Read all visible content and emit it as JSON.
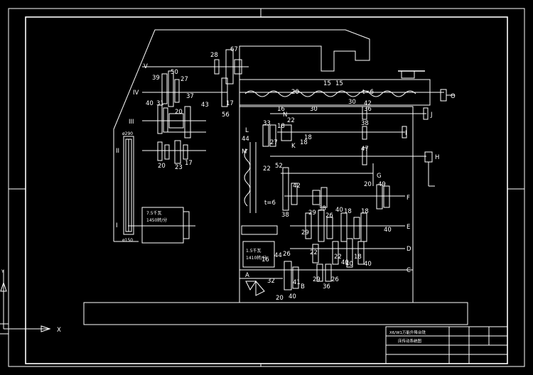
{
  "title_block": {
    "line1": "X6/W1万能升降台铣",
    "line2": "床传动系统图"
  },
  "axis": {
    "x_label": "X",
    "y_label": "Y"
  },
  "shaft_labels": [
    "V",
    "IV",
    "III",
    "II",
    "I"
  ],
  "motor_main": {
    "power": "7.5千瓦",
    "speed": "1450转/分"
  },
  "motor_feed": {
    "power": "1.5千瓦",
    "speed": "1410转/分"
  },
  "pulleys": {
    "top": "ø290",
    "bottom": "ø150"
  },
  "right_labels": [
    "J",
    "I",
    "H",
    "G",
    "F",
    "E",
    "D",
    "C",
    "O"
  ],
  "letters": [
    "N",
    "L",
    "K",
    "M",
    "A",
    "B"
  ],
  "gear_numbers": [
    {
      "t": "28"
    },
    {
      "t": "67"
    },
    {
      "t": "50"
    },
    {
      "t": "39"
    },
    {
      "t": "27"
    },
    {
      "t": "37"
    },
    {
      "t": "43"
    },
    {
      "t": "40"
    },
    {
      "t": "31"
    },
    {
      "t": "20"
    },
    {
      "t": "17"
    },
    {
      "t": "56"
    },
    {
      "t": "20"
    },
    {
      "t": "23"
    },
    {
      "t": "17"
    },
    {
      "t": "20"
    },
    {
      "t": "15"
    },
    {
      "t": "15"
    },
    {
      "t": "30"
    },
    {
      "t": "30"
    },
    {
      "t": "16"
    },
    {
      "t": "33"
    },
    {
      "t": "18"
    },
    {
      "t": "18"
    },
    {
      "t": "27"
    },
    {
      "t": "44"
    },
    {
      "t": "22"
    },
    {
      "t": "22"
    },
    {
      "t": "52"
    },
    {
      "t": "42"
    },
    {
      "t": "38"
    },
    {
      "t": "47"
    },
    {
      "t": "38"
    },
    {
      "t": "20"
    },
    {
      "t": "49"
    },
    {
      "t": "29"
    },
    {
      "t": "38"
    },
    {
      "t": "26"
    },
    {
      "t": "40"
    },
    {
      "t": "18"
    },
    {
      "t": "18"
    },
    {
      "t": "29"
    },
    {
      "t": "40"
    },
    {
      "t": "22"
    },
    {
      "t": "22"
    },
    {
      "t": "18"
    },
    {
      "t": "40"
    },
    {
      "t": "40"
    },
    {
      "t": "40"
    },
    {
      "t": "16"
    },
    {
      "t": "32"
    },
    {
      "t": "44"
    },
    {
      "t": "26"
    },
    {
      "t": "29"
    },
    {
      "t": "26"
    },
    {
      "t": "36"
    },
    {
      "t": "20"
    },
    {
      "t": "40"
    },
    {
      "t": "41"
    },
    {
      "t": "36"
    },
    {
      "t": "42"
    },
    {
      "t": "18"
    }
  ],
  "pitch_labels": [
    "t=6",
    "t=6"
  ]
}
